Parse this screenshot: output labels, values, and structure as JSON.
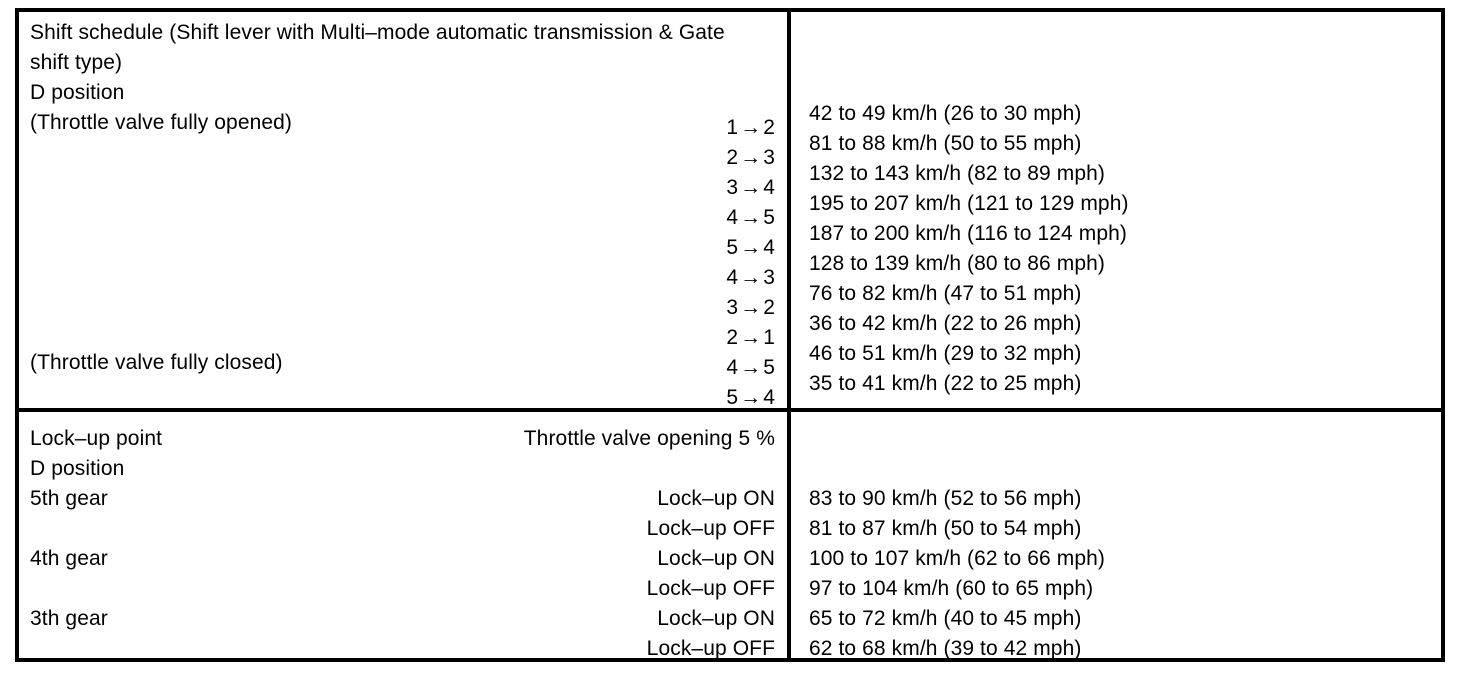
{
  "document": {
    "type": "vehicle-service-manual-specification-table"
  },
  "shift_schedule": {
    "title_line1": "Shift schedule (Shift lever with Multi–mode automatic transmission & Gate",
    "title_line2": "shift type)",
    "position_label": "D position",
    "throttle_open_label": "(Throttle valve fully opened)",
    "throttle_closed_label": "(Throttle valve fully closed)",
    "rows": [
      {
        "from": "1",
        "arrow": "→",
        "to": "2",
        "speed": "42 to 49 km/h (26 to 30 mph)"
      },
      {
        "from": "2",
        "arrow": "→",
        "to": "3",
        "speed": "81 to 88 km/h (50 to 55 mph)"
      },
      {
        "from": "3",
        "arrow": "→",
        "to": "4",
        "speed": "132 to 143 km/h (82 to 89 mph)"
      },
      {
        "from": "4",
        "arrow": "→",
        "to": "5",
        "speed": "195 to 207 km/h (121 to 129 mph)"
      },
      {
        "from": "5",
        "arrow": "→",
        "to": "4",
        "speed": "187 to 200 km/h (116 to 124 mph)"
      },
      {
        "from": "4",
        "arrow": "→",
        "to": "3",
        "speed": "128 to 139 km/h (80 to 86 mph)"
      },
      {
        "from": "3",
        "arrow": "→",
        "to": "2",
        "speed": "76 to 82 km/h (47 to 51 mph)"
      },
      {
        "from": "2",
        "arrow": "→",
        "to": "1",
        "speed": "36 to 42 km/h (22 to 26 mph)"
      },
      {
        "from": "4",
        "arrow": "→",
        "to": "5",
        "speed": "46 to 51 km/h (29 to 32 mph)"
      },
      {
        "from": "5",
        "arrow": "→",
        "to": "4",
        "speed": "35 to 41 km/h (22 to 25 mph)"
      }
    ]
  },
  "lock_up": {
    "title": "Lock–up point",
    "condition": "Throttle valve opening 5 %",
    "position_label": "D position",
    "rows": [
      {
        "gear": "5th gear",
        "state": "Lock–up ON",
        "speed": "83 to 90 km/h (52 to 56 mph)"
      },
      {
        "gear": "",
        "state": "Lock–up OFF",
        "speed": "81 to 87 km/h (50 to 54 mph)"
      },
      {
        "gear": "4th gear",
        "state": "Lock–up ON",
        "speed": "100 to 107 km/h (62 to 66 mph)"
      },
      {
        "gear": "",
        "state": "Lock–up OFF",
        "speed": "97 to 104 km/h (60 to 65 mph)"
      },
      {
        "gear": "3th gear",
        "state": "Lock–up ON",
        "speed": "65 to 72 km/h (40 to 45 mph)"
      },
      {
        "gear": "",
        "state": "Lock–up OFF",
        "speed": "62 to 68 km/h (39 to 42 mph)"
      }
    ]
  }
}
